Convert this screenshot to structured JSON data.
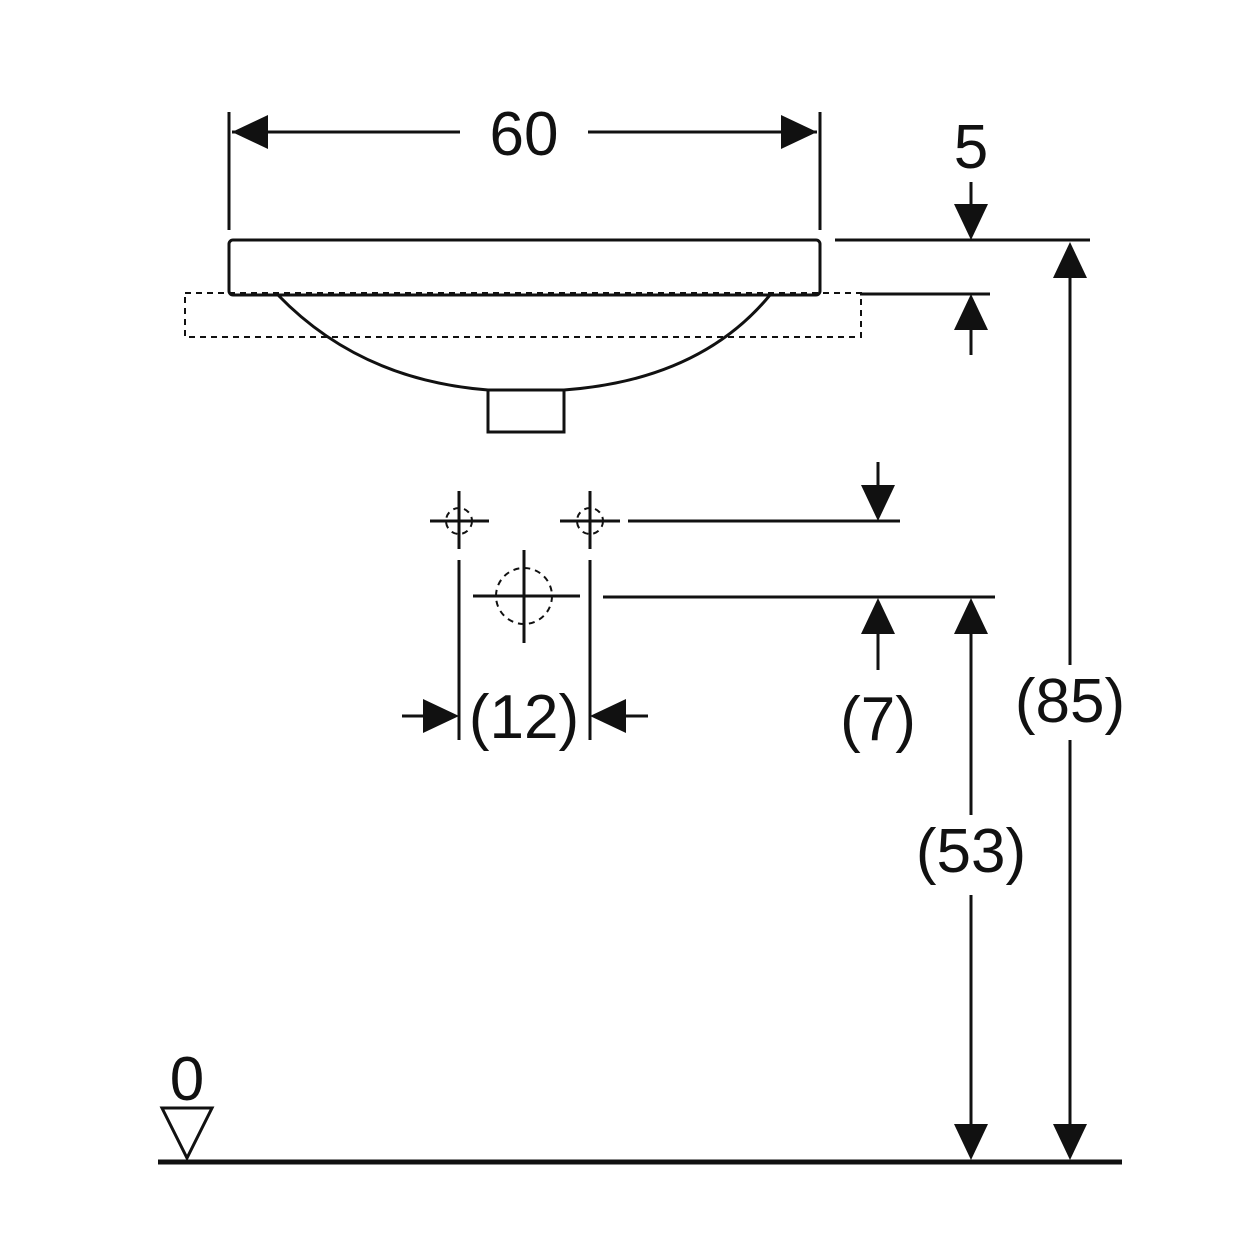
{
  "dimensions": {
    "width": "60",
    "rim_height": "5",
    "total_height": "(85)",
    "drain_height": "(53)",
    "tap_offset_vertical": "(7)",
    "tap_spacing": "(12)",
    "floor_level": "0"
  },
  "colors": {
    "ink": "#111111",
    "background": "#ffffff"
  }
}
